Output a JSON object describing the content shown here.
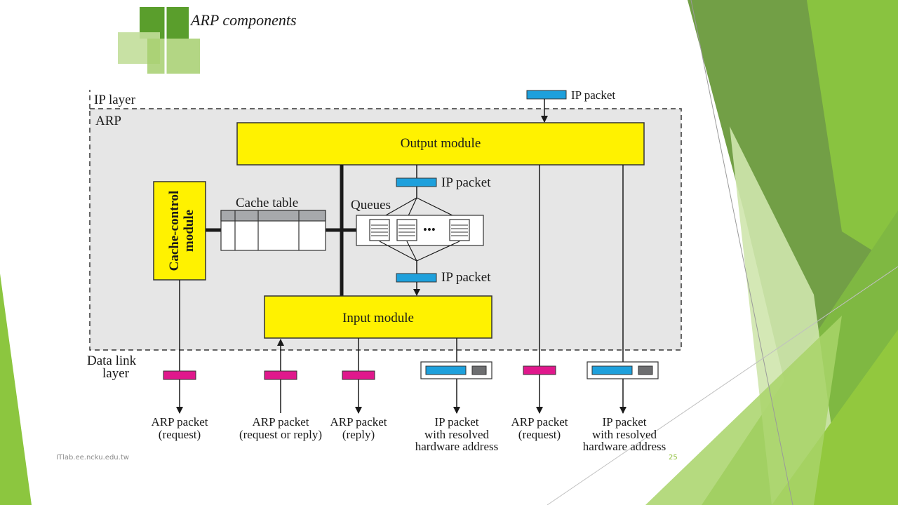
{
  "slide": {
    "title": "ARP components",
    "footer_left": "ITlab.ee.ncku.edu.tw",
    "page_number": "25"
  },
  "diagram": {
    "ip_layer_label": "IP layer",
    "arp_label": "ARP",
    "data_link_label_line1": "Data link",
    "data_link_label_line2": "layer",
    "output_module": "Output module",
    "input_module": "Input module",
    "cache_control_line1": "Cache-control",
    "cache_control_line2": "module",
    "cache_table": "Cache table",
    "queues": "Queues",
    "queues_ellipsis": "•••",
    "ip_packet_top": "IP packet",
    "ip_packet_mid": "IP packet",
    "ip_packet_low": "IP packet",
    "bottom_labels": [
      {
        "line1": "ARP packet",
        "line2": "(request)",
        "line3": ""
      },
      {
        "line1": "ARP packet",
        "line2": "(request or reply)",
        "line3": ""
      },
      {
        "line1": "ARP packet",
        "line2": "(reply)",
        "line3": ""
      },
      {
        "line1": "IP packet",
        "line2": "with resolved",
        "line3": "hardware address"
      },
      {
        "line1": "ARP packet",
        "line2": "(request)",
        "line3": ""
      },
      {
        "line1": "IP packet",
        "line2": "with resolved",
        "line3": "hardware address"
      }
    ]
  },
  "colors": {
    "module_fill": "#fff200",
    "ip_packet": "#1ea0dc",
    "arp_packet": "#e0188c",
    "hw_address": "#6d6e70",
    "arp_region": "#e6e6e6",
    "theme_green": "#8cc63f"
  }
}
